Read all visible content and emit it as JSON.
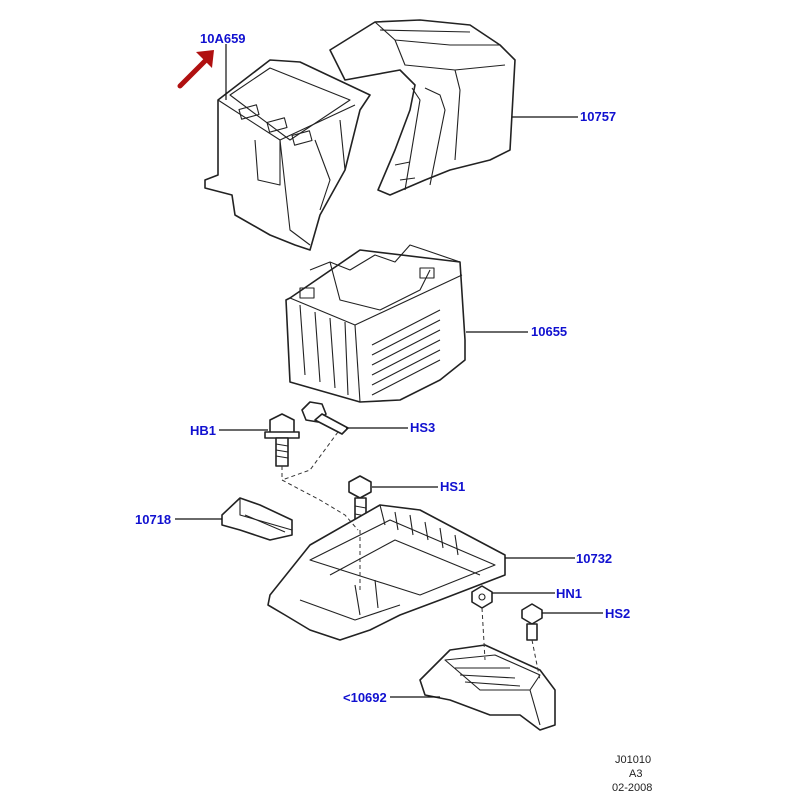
{
  "callouts": {
    "part_10a659": "10A659",
    "part_10757": "10757",
    "part_10655": "10655",
    "part_hb1": "HB1",
    "part_hs3": "HS3",
    "part_hs1": "HS1",
    "part_10718": "10718",
    "part_10732": "10732",
    "part_hn1": "HN1",
    "part_hs2": "HS2",
    "part_10692": "<10692"
  },
  "reference": {
    "code": "J01010",
    "sheet": "A3",
    "date": "02-2008"
  },
  "colors": {
    "callout_text": "#1010d0",
    "highlight_arrow": "#b01010",
    "line_art": "#222222"
  }
}
